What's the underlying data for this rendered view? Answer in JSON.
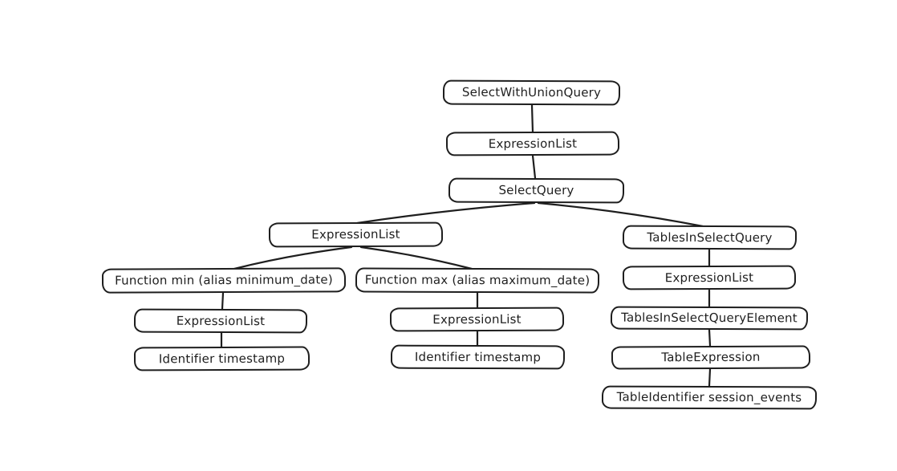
{
  "diagram": {
    "type": "tree",
    "style": "hand-drawn",
    "colors": {
      "stroke": "#1e1e1e",
      "node_fill": "#ffffff",
      "background": "#ffffff"
    },
    "nodes": [
      {
        "id": "select-with-union-query",
        "label": "SelectWithUnionQuery"
      },
      {
        "id": "expression-list-top",
        "label": "ExpressionList"
      },
      {
        "id": "select-query",
        "label": "SelectQuery"
      },
      {
        "id": "expression-list-select",
        "label": "ExpressionList"
      },
      {
        "id": "tables-in-select-query",
        "label": "TablesInSelectQuery"
      },
      {
        "id": "function-min",
        "label": "Function min (alias minimum_date)"
      },
      {
        "id": "function-max",
        "label": "Function max (alias maximum_date)"
      },
      {
        "id": "expression-list-min",
        "label": "ExpressionList"
      },
      {
        "id": "expression-list-max",
        "label": "ExpressionList"
      },
      {
        "id": "expression-list-tables",
        "label": "ExpressionList"
      },
      {
        "id": "identifier-timestamp-min",
        "label": "Identifier timestamp"
      },
      {
        "id": "identifier-timestamp-max",
        "label": "Identifier timestamp"
      },
      {
        "id": "tables-in-select-query-element",
        "label": "TablesInSelectQueryElement"
      },
      {
        "id": "table-expression",
        "label": "TableExpression"
      },
      {
        "id": "table-identifier-session-events",
        "label": "TableIdentifier session_events"
      }
    ],
    "edges": [
      {
        "from": "select-with-union-query",
        "to": "expression-list-top"
      },
      {
        "from": "expression-list-top",
        "to": "select-query"
      },
      {
        "from": "select-query",
        "to": "expression-list-select"
      },
      {
        "from": "select-query",
        "to": "tables-in-select-query"
      },
      {
        "from": "expression-list-select",
        "to": "function-min"
      },
      {
        "from": "expression-list-select",
        "to": "function-max"
      },
      {
        "from": "function-min",
        "to": "expression-list-min"
      },
      {
        "from": "expression-list-min",
        "to": "identifier-timestamp-min"
      },
      {
        "from": "function-max",
        "to": "expression-list-max"
      },
      {
        "from": "expression-list-max",
        "to": "identifier-timestamp-max"
      },
      {
        "from": "tables-in-select-query",
        "to": "expression-list-tables"
      },
      {
        "from": "expression-list-tables",
        "to": "tables-in-select-query-element"
      },
      {
        "from": "tables-in-select-query-element",
        "to": "table-expression"
      },
      {
        "from": "table-expression",
        "to": "table-identifier-session-events"
      }
    ]
  }
}
